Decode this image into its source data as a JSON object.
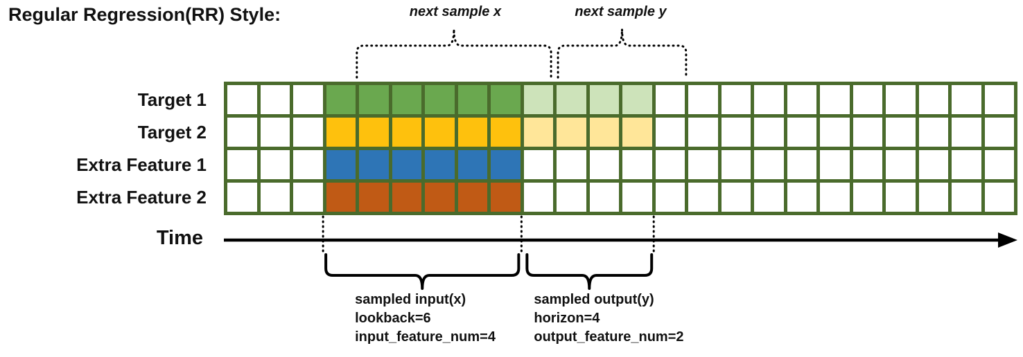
{
  "title": "Regular Regression(RR) Style:",
  "annotations": {
    "next_sample_x": "next sample x",
    "next_sample_y": "next sample y",
    "time_label": "Time",
    "input_lines": [
      "sampled input(x)",
      "lookback=6",
      "input_feature_num=4"
    ],
    "output_lines": [
      "sampled output(y)",
      "horizon=4",
      "output_feature_num=2"
    ]
  },
  "grid": {
    "columns": 24,
    "input_start_col": 3,
    "lookback": 6,
    "horizon": 4,
    "border_color": "#4a6b2c",
    "empty_color": "#ffffff"
  },
  "rows": [
    {
      "label": "Target 1",
      "input_color": "#6aa84f",
      "output_color": "#cde3ba"
    },
    {
      "label": "Target 2",
      "input_color": "#fec10d",
      "output_color": "#ffe699"
    },
    {
      "label": "Extra Feature 1",
      "input_color": "#2e75b6",
      "output_color": null
    },
    {
      "label": "Extra Feature 2",
      "input_color": "#c05a15",
      "output_color": null
    }
  ]
}
